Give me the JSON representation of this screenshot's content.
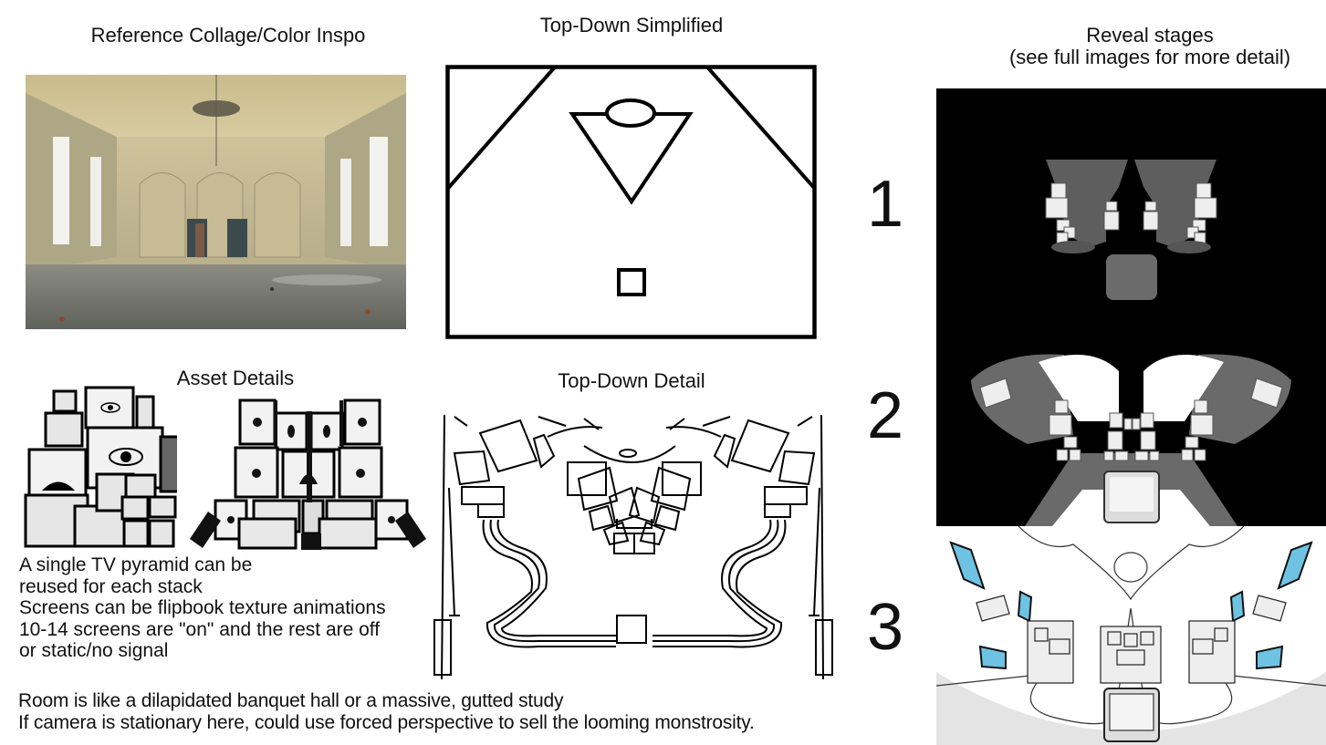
{
  "sections": {
    "reference": {
      "title": "Reference Collage/Color Inspo"
    },
    "topdown_simplified": {
      "title": "Top-Down Simplified"
    },
    "reveal": {
      "title_line1": "Reveal stages",
      "title_line2": "(see full images for more detail)"
    },
    "asset_details": {
      "title": "Asset Details"
    },
    "topdown_detail": {
      "title": "Top-Down Detail"
    }
  },
  "asset_notes": [
    "A single TV pyramid can be",
    "reused for each stack",
    "Screens can be flipbook texture animations",
    "10-14 screens are \"on\" and the rest are off",
    "or static/no signal"
  ],
  "footer_notes": [
    "Room is like a dilapidated banquet hall or a massive, gutted study",
    "If camera is stationary here, could use forced perspective to sell the looming monstrosity."
  ],
  "stages": [
    {
      "number": "1",
      "background": "#000000"
    },
    {
      "number": "2",
      "background": "#000000"
    },
    {
      "number": "3",
      "background": "#e4e4e4"
    }
  ],
  "colors": {
    "ink": "#111111",
    "screen_blue": "#6ec3e3",
    "mid_gray": "#666666",
    "wall_beige": "#c9bd94",
    "floor_gray": "#6f726b"
  }
}
